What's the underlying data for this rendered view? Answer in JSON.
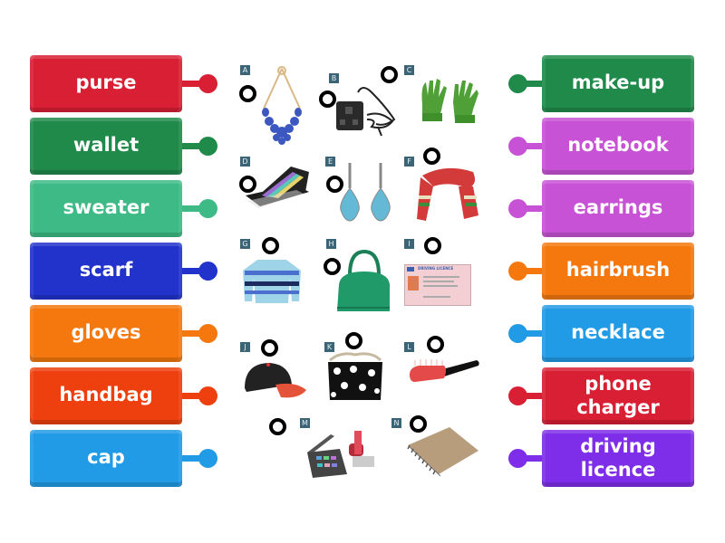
{
  "activity": {
    "type": "match-up-image-labels"
  },
  "left_labels": [
    {
      "text": "purse",
      "color": "#d91f33"
    },
    {
      "text": "wallet",
      "color": "#1f8a4a"
    },
    {
      "text": "sweater",
      "color": "#3dba85"
    },
    {
      "text": "scarf",
      "color": "#2233cc"
    },
    {
      "text": "gloves",
      "color": "#f5780f"
    },
    {
      "text": "handbag",
      "color": "#ee400e"
    },
    {
      "text": "cap",
      "color": "#229be6"
    }
  ],
  "right_labels": [
    {
      "text": "make-up",
      "color": "#1f8a4a"
    },
    {
      "text": "notebook",
      "color": "#c852d6"
    },
    {
      "text": "earrings",
      "color": "#c852d6"
    },
    {
      "text": "hairbrush",
      "color": "#f5780f"
    },
    {
      "text": "necklace",
      "color": "#229be6"
    },
    {
      "text": "phone charger",
      "color": "#d91f33"
    },
    {
      "text": "driving licence",
      "color": "#7e2ee8"
    }
  ],
  "images": [
    {
      "letter": "A",
      "depicts": "necklace-icon"
    },
    {
      "letter": "B",
      "depicts": "phone-charger-icon"
    },
    {
      "letter": "C",
      "depicts": "gloves-icon"
    },
    {
      "letter": "D",
      "depicts": "wallet-icon"
    },
    {
      "letter": "E",
      "depicts": "earrings-icon"
    },
    {
      "letter": "F",
      "depicts": "scarf-icon"
    },
    {
      "letter": "G",
      "depicts": "sweater-icon"
    },
    {
      "letter": "H",
      "depicts": "handbag-icon"
    },
    {
      "letter": "I",
      "depicts": "driving-licence-icon"
    },
    {
      "letter": "J",
      "depicts": "cap-icon"
    },
    {
      "letter": "K",
      "depicts": "purse-icon"
    },
    {
      "letter": "L",
      "depicts": "hairbrush-icon"
    },
    {
      "letter": "M",
      "depicts": "make-up-icon"
    },
    {
      "letter": "N",
      "depicts": "notebook-icon"
    }
  ],
  "licence_card": {
    "title": "DRIVING LICENCE"
  }
}
